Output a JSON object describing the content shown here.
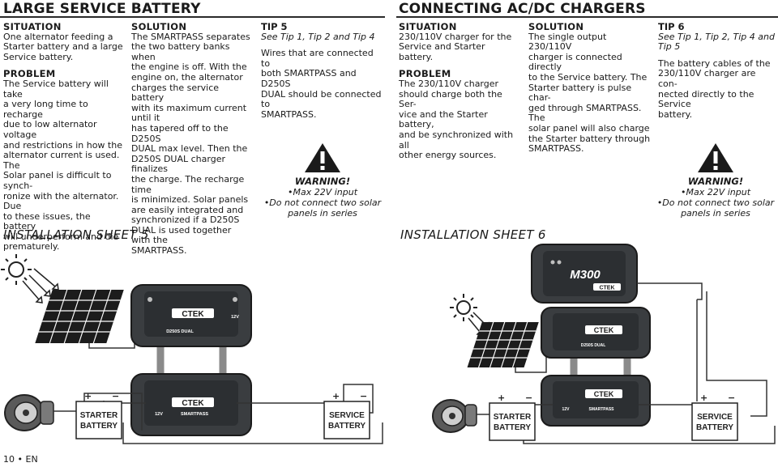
{
  "left": {
    "heading": "LARGE SERVICE BATTERY",
    "situation": {
      "title": "SITUATION",
      "lines": [
        "One alternator feeding a",
        "Starter battery and a large",
        "Service battery."
      ]
    },
    "problem": {
      "title": "PROBLEM",
      "lines": [
        "The Service battery will take",
        "a very long time to recharge",
        "due to low alternator voltage",
        "and restrictions in how the",
        "alternator current is used. The",
        "Solar panel is difficult to synch-",
        "ronize with the alternator. Due",
        "to these issues, the battery",
        "will underperform and die",
        "prematurely."
      ]
    },
    "solution": {
      "title": "SOLUTION",
      "lines": [
        "The SMARTPASS separates",
        "the two battery banks when",
        "the engine is off. With the",
        "engine on, the alternator",
        "charges the service battery",
        "with its maximum current until it",
        "has tapered off to the D250S",
        "DUAL max level. Then the",
        "D250S DUAL charger finalizes",
        "the charge. The recharge time",
        "is minimized. Solar panels",
        "are easily integrated and",
        "synchronized if a D250S",
        "DUAL is used together with the",
        "SMARTPASS."
      ]
    },
    "tip": {
      "title": "TIP 5",
      "ref_lines": [
        "See Tip 1, Tip 2 and Tip 4"
      ],
      "lines": [
        "Wires that are connected to",
        "both SMARTPASS and D250S",
        "DUAL should be connected to",
        "SMARTPASS."
      ]
    },
    "warning": {
      "title": "WARNING!",
      "lines": [
        "•Max 22V input",
        "•Do not connect two solar",
        "panels in series"
      ]
    },
    "sheet_title": "INSTALLATION SHEET 5",
    "diagram": {
      "device_top": "D250S DUAL",
      "device_bottom": "SMARTPASS",
      "brand": "CTEK",
      "voltage": "12V",
      "starter_label": [
        "STARTER",
        "BATTERY"
      ],
      "service_label": [
        "SERVICE",
        "BATTERY"
      ]
    }
  },
  "right": {
    "heading": "CONNECTING AC/DC CHARGERS",
    "situation": {
      "title": "SITUATION",
      "lines": [
        "230/110V charger for the",
        "Service and Starter battery."
      ]
    },
    "problem": {
      "title": "PROBLEM",
      "lines": [
        "The 230/110V charger",
        "should charge both the Ser-",
        "vice and the Starter battery,",
        "and be synchronized with all",
        "other energy sources."
      ]
    },
    "solution": {
      "title": "SOLUTION",
      "lines": [
        "The single output 230/110V",
        "charger is connected directly",
        "to the Service battery. The",
        "Starter battery is pulse char-",
        "ged through SMARTPASS. The",
        "solar panel will also charge",
        "the Starter battery through",
        "SMARTPASS."
      ]
    },
    "tip": {
      "title": "TIP 6",
      "ref_lines": [
        "See Tip 1, Tip 2, Tip 4 and",
        "Tip 5"
      ],
      "lines": [
        "The battery cables of the",
        "230/110V charger are con-",
        "nected directly to the Service",
        "battery."
      ]
    },
    "warning": {
      "title": "WARNING!",
      "lines": [
        "•Max 22V input",
        "•Do not connect two solar",
        "panels in series"
      ]
    },
    "sheet_title": "INSTALLATION SHEET 6",
    "diagram": {
      "charger": "M300",
      "device_top": "D250S DUAL",
      "device_bottom": "SMARTPASS",
      "brand": "CTEK",
      "voltage": "12V",
      "starter_label": [
        "STARTER",
        "BATTERY"
      ],
      "service_label": [
        "SERVICE",
        "BATTERY"
      ]
    }
  },
  "footer": {
    "page": "10",
    "lang": "EN",
    "sep": "•"
  },
  "colors": {
    "text": "#1a1a1a",
    "device": "#3a3d40",
    "cable": "#8a8a8a",
    "rule": "#2a2a2a"
  }
}
